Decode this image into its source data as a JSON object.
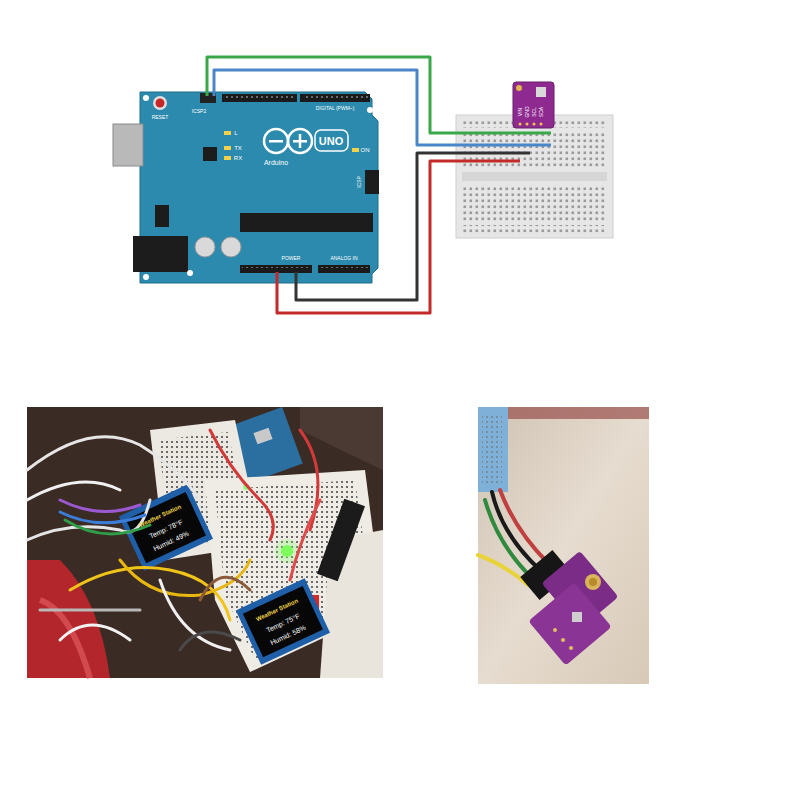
{
  "diagram": {
    "labels": [
      "RESET",
      "ICSP2",
      "L",
      "TX",
      "RX",
      "UNO",
      "Arduino",
      "ON",
      "ICSP",
      "DIGITAL (PWM~)",
      "POWER",
      "ANALOG IN",
      "VIN",
      "GND",
      "SCL",
      "SDA",
      "Weather Station",
      "Temp: 78°F",
      "Humid: 49%",
      "Weather Station",
      "Temp: 75°F",
      "Humid: 58%"
    ]
  }
}
